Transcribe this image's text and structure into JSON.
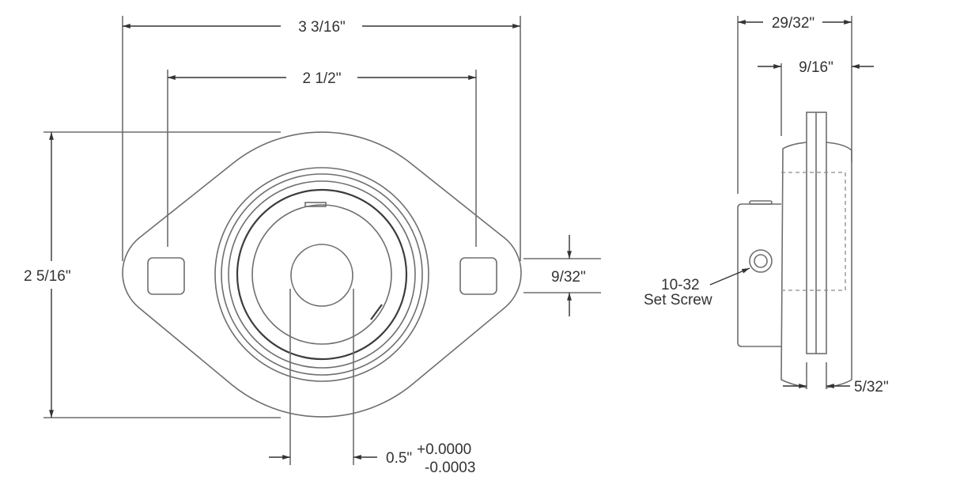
{
  "front_view": {
    "overall_width": "3 3/16\"",
    "bolt_spacing": "2 1/2\"",
    "overall_height": "2 5/16\"",
    "slot_size": "9/32\"",
    "bore": "0.5\"",
    "bore_tol_plus": "+0.0000",
    "bore_tol_minus": "-0.0003"
  },
  "side_view": {
    "overall_depth": "29/32\"",
    "housing_depth": "9/16\"",
    "flange_thickness": "5/32\"",
    "set_screw_size": "10-32",
    "set_screw_label": "Set Screw"
  },
  "colors": {
    "line": "#6e6e6e",
    "dimension": "#333333"
  }
}
